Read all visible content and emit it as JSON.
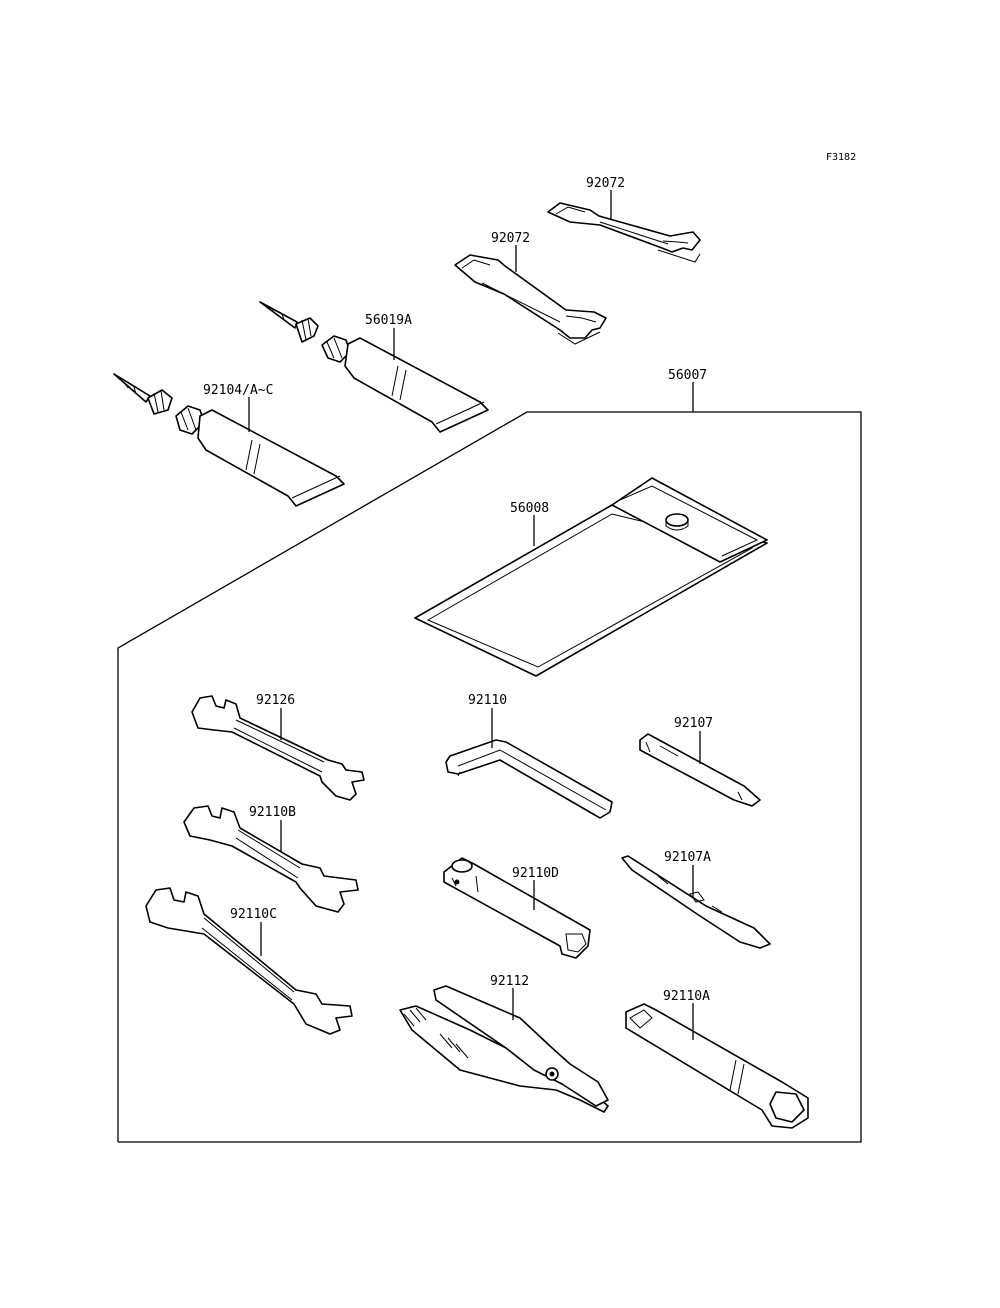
{
  "figure_id": "F3182",
  "labels": {
    "p92072_a": "92072",
    "p92072_b": "92072",
    "p56019A": "56019A",
    "p92104": "92104/A~C",
    "p56007": "56007",
    "p56008": "56008",
    "p92126": "92126",
    "p92110": "92110",
    "p92107": "92107",
    "p92110B": "92110B",
    "p92110D": "92110D",
    "p92107A": "92107A",
    "p92110C": "92110C",
    "p92112": "92112",
    "p92110A": "92110A"
  },
  "parts": [
    {
      "number": "92072",
      "icon": "strap"
    },
    {
      "number": "56019A",
      "icon": "tube"
    },
    {
      "number": "92104/A~C",
      "icon": "tube"
    },
    {
      "number": "56007",
      "icon": "tool-kit-group"
    },
    {
      "number": "56008",
      "icon": "tool-pouch"
    },
    {
      "number": "92126",
      "icon": "open-end-wrench"
    },
    {
      "number": "92110",
      "icon": "hex-key"
    },
    {
      "number": "92107",
      "icon": "screwdriver-bit"
    },
    {
      "number": "92110B",
      "icon": "open-end-wrench"
    },
    {
      "number": "92110D",
      "icon": "box-wrench"
    },
    {
      "number": "92107A",
      "icon": "screwdriver-bit"
    },
    {
      "number": "92110C",
      "icon": "open-end-wrench"
    },
    {
      "number": "92112",
      "icon": "pliers"
    },
    {
      "number": "92110A",
      "icon": "box-wrench"
    }
  ]
}
